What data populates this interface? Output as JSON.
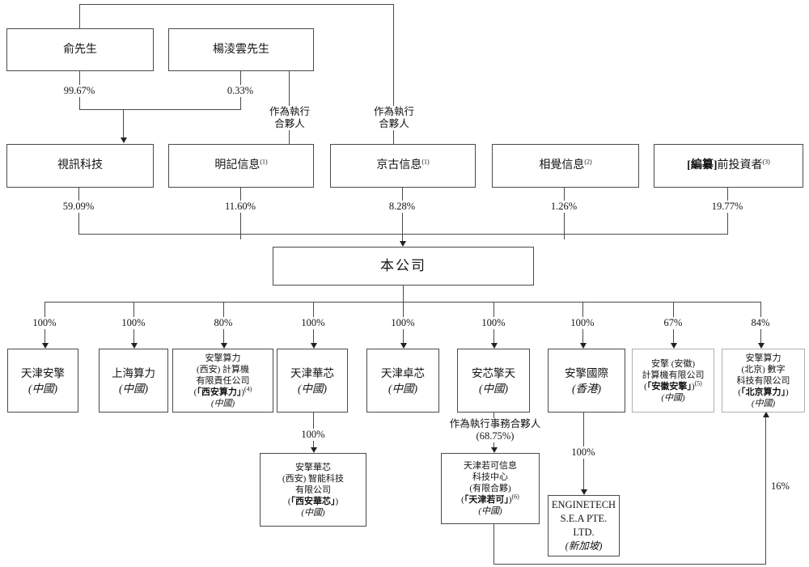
{
  "palette": {
    "line": "#4a4a4a",
    "box_border": "#4a4a4a",
    "gray_box_border": "#b0b0b0",
    "text": "#141414",
    "bg": "#ffffff"
  },
  "people": {
    "yu": "俞先生",
    "yang": "楊淩雲先生"
  },
  "pcts": {
    "yu": "99.67%",
    "yang": "0.33%",
    "shixun": "59.09%",
    "mingji": "11.60%",
    "jinggu": "8.28%",
    "xiangjue": "1.26%",
    "investors": "19.77%"
  },
  "labels": {
    "exec_partner_l1": "作為執行",
    "exec_partner_l2": "合夥人",
    "exec_affairs_partner": "作為執行事務合夥人",
    "exec_affairs_pct": "(68.75%)",
    "pct_100": "100%",
    "pct_80": "80%",
    "pct_67": "67%",
    "pct_84": "84%",
    "pct_16": "16%"
  },
  "row2": {
    "shixun": "視訊科技",
    "mingji": "明記信息",
    "mingji_sup": "(1)",
    "jinggu": "京古信息",
    "jinggu_sup": "(1)",
    "xiangjue": "相覺信息",
    "xiangjue_sup": "(2)",
    "investors_bold": "[編纂]",
    "investors": "前投資者",
    "investors_sup": "(3)"
  },
  "company": "本公司",
  "row3": {
    "tianjin_anqing": {
      "l1": "天津安擎",
      "origin": "(中國)"
    },
    "shanghai_suanli": {
      "l1": "上海算力",
      "origin": "(中國)"
    },
    "xian_suanli": {
      "l1": "安擎算力",
      "l2": "(西安) 計算機",
      "l3": "有限責任公司",
      "l4_pre": "(",
      "l4_bold": "「西安算力」",
      "l4_post": ")",
      "l4_sup": "(4)",
      "origin": "(中國)"
    },
    "tianjin_huaxin": {
      "l1": "天津華芯",
      "origin": "(中國)"
    },
    "tianjin_zhuoxin": {
      "l1": "天津卓芯",
      "origin": "(中國)"
    },
    "anxin_qingtian": {
      "l1": "安芯擎天",
      "origin": "(中國)"
    },
    "anqing_intl": {
      "l1": "安擎國際",
      "origin": "(香港)"
    },
    "anhui_anqing": {
      "l1": "安擎 (安徽)",
      "l2": "計算機有限公司",
      "l3_pre": "(",
      "l3_bold": "「安徽安擎」",
      "l3_post": ")",
      "l3_sup": "(5)",
      "origin": "(中國)"
    },
    "beijing_suanli": {
      "l1": "安擎算力",
      "l2": "(北京) 數字",
      "l3": "科技有限公司",
      "l4_pre": "(",
      "l4_bold": "「北京算力」",
      "l4_post": ")",
      "origin": "(中國)"
    }
  },
  "row4": {
    "xian_huaxin": {
      "l1": "安擎華芯",
      "l2": "(西安) 智能科技",
      "l3": "有限公司",
      "l4_pre": "(",
      "l4_bold": "「西安華芯」",
      "l4_post": ")",
      "origin": "(中國)"
    },
    "tianjin_ruoke": {
      "l1": "天津若可信息",
      "l2": "科技中心",
      "l3": "(有限合夥)",
      "l4_pre": "(",
      "l4_bold": "「天津若可」",
      "l4_post": ")",
      "l4_sup": "(6)",
      "origin": "(中國)"
    },
    "enginetech": {
      "l1": "ENGINETECH",
      "l2": "S.E.A PTE.",
      "l3": "LTD.",
      "origin": "(新加坡)"
    }
  }
}
